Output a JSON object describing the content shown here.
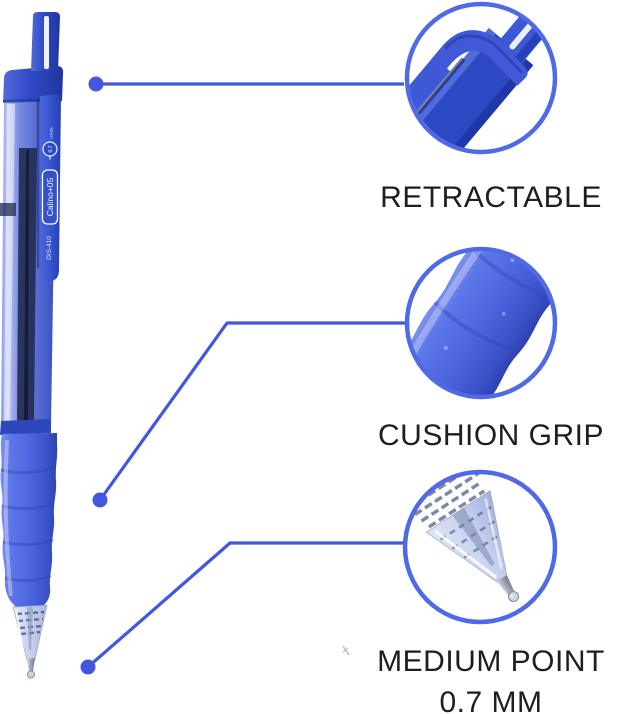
{
  "image_type": "product-feature-callout-photo",
  "pen": {
    "name": "blue retractable ballpoint pen",
    "clip_top_text": "GP05",
    "clip_badge_text": "0.7",
    "clip_logo_text": "Calino+05",
    "clip_model_text": "DIS-410"
  },
  "callouts": [
    {
      "label": "RETRACTABLE"
    },
    {
      "label": "CUSHION GRIP"
    },
    {
      "label": "MEDIUM POINT",
      "label_line2": "0.7 MM"
    }
  ],
  "colors": {
    "pen_body_blue": "#2c48c2",
    "grip_blue": "#4a64de",
    "leader_line_blue": "#4356de",
    "circle_outline_blue": "#5069e6",
    "label_text": "#1e1e20",
    "background": "#ffffff"
  }
}
